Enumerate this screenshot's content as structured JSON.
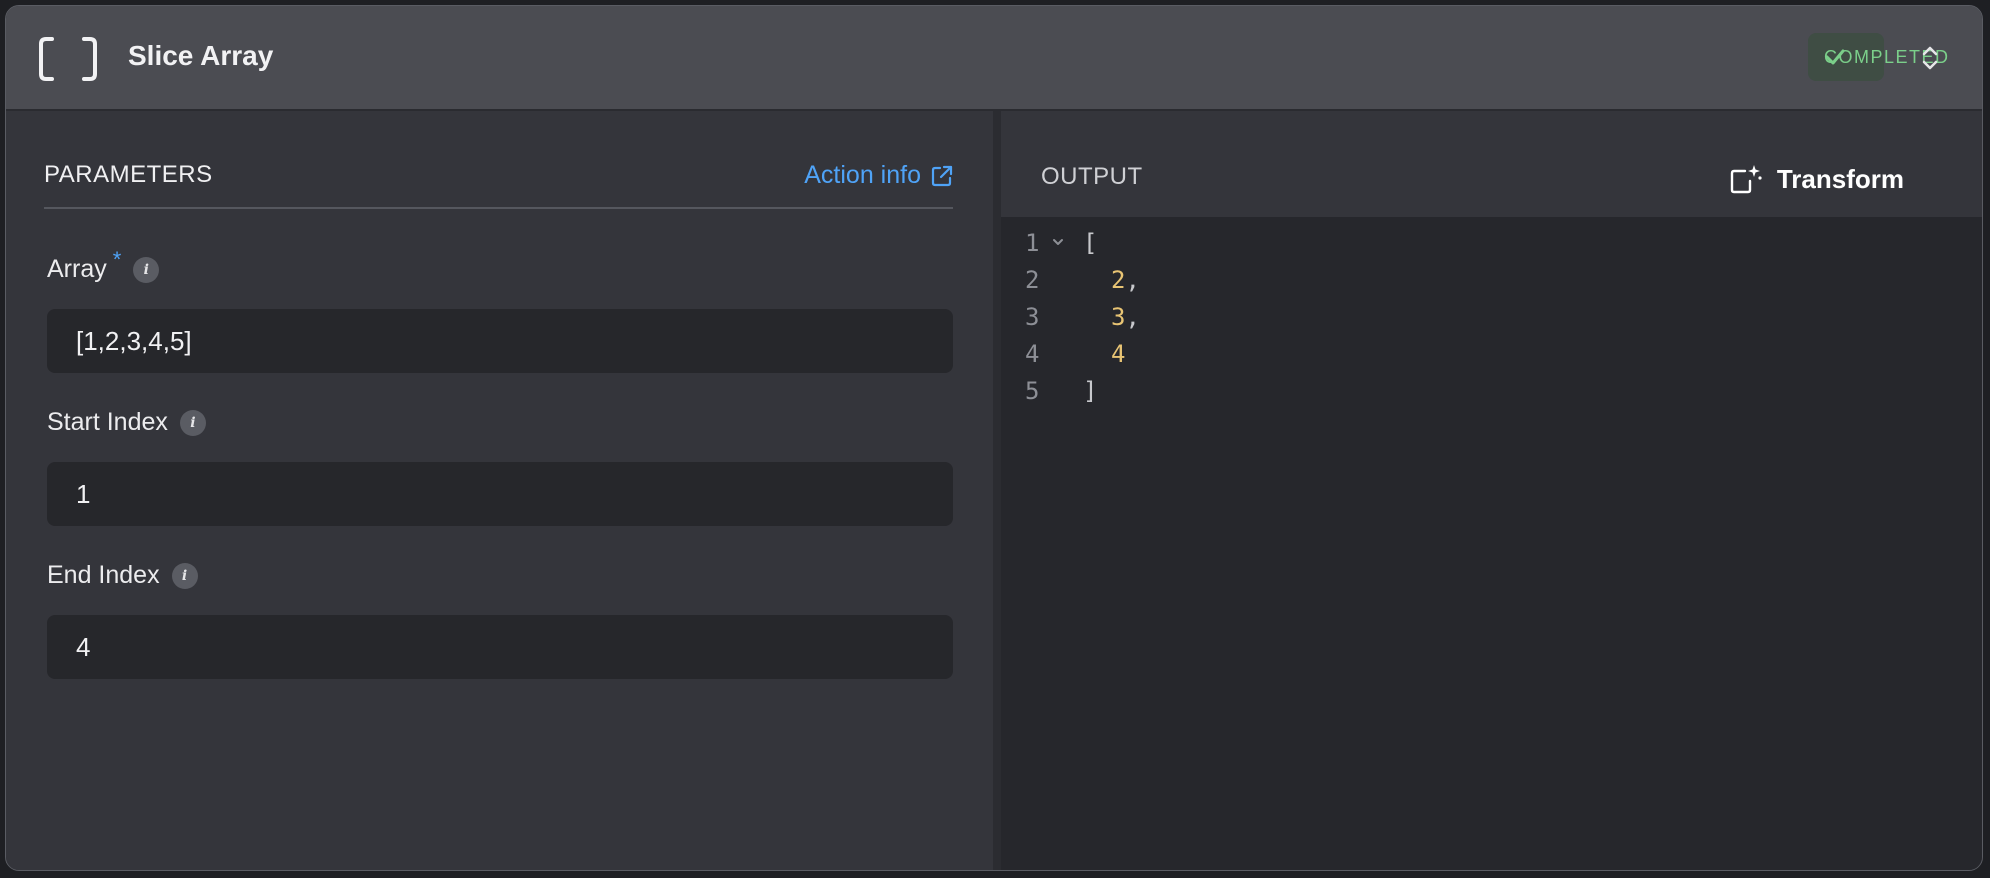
{
  "header": {
    "title": "Slice Array",
    "status": "COMPLETED",
    "colors": {
      "status_text": "#7bcf8a",
      "status_bg": "#3f4d44",
      "accent": "#4fa3f7"
    }
  },
  "parameters": {
    "title": "PARAMETERS",
    "action_info_label": "Action info",
    "fields": [
      {
        "label": "Array",
        "required_mark": "*",
        "value": "[1,2,3,4,5]"
      },
      {
        "label": "Start Index",
        "value": "1"
      },
      {
        "label": "End Index",
        "value": "4"
      }
    ]
  },
  "output": {
    "title": "OUTPUT",
    "transform_label": "Transform",
    "lines": [
      {
        "number": "1",
        "open": "["
      },
      {
        "number": "2",
        "value": "2",
        "comma": ","
      },
      {
        "number": "3",
        "value": "3",
        "comma": ","
      },
      {
        "number": "4",
        "value": "4",
        "comma": ""
      },
      {
        "number": "5",
        "close": "]"
      }
    ]
  },
  "icons": [
    "brackets-icon",
    "check-icon",
    "expand-collapse-icon",
    "external-link-icon",
    "info-icon",
    "transform-sparkle-icon",
    "fold-chevron-icon"
  ]
}
